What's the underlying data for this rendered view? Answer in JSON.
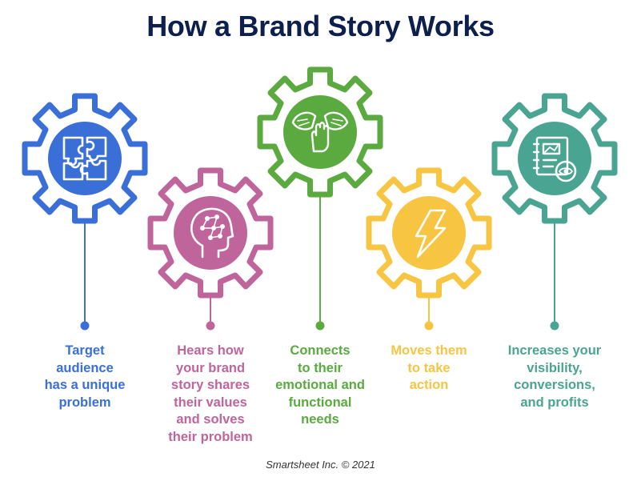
{
  "title": "How a Brand Story Works",
  "footer": "Smartsheet Inc. © 2021",
  "steps": [
    {
      "label": "Target\naudience\nhas a unique\nproblem",
      "color": "#3a6fd8",
      "icon": "puzzle-icon"
    },
    {
      "label": "Hears how\nyour brand\nstory shares\ntheir values\nand solves\ntheir problem",
      "color": "#c0649c",
      "icon": "brain-head-icon"
    },
    {
      "label": "Connects\nto their\nemotional and\nfunctional\nneeds",
      "color": "#5aaa40",
      "icon": "hands-icon"
    },
    {
      "label": "Moves them\nto take\naction",
      "color": "#f8c543",
      "icon": "lightning-icon"
    },
    {
      "label": "Increases your\nvisibility,\nconversions,\nand profits",
      "color": "#4aa492",
      "icon": "report-eye-icon"
    }
  ]
}
